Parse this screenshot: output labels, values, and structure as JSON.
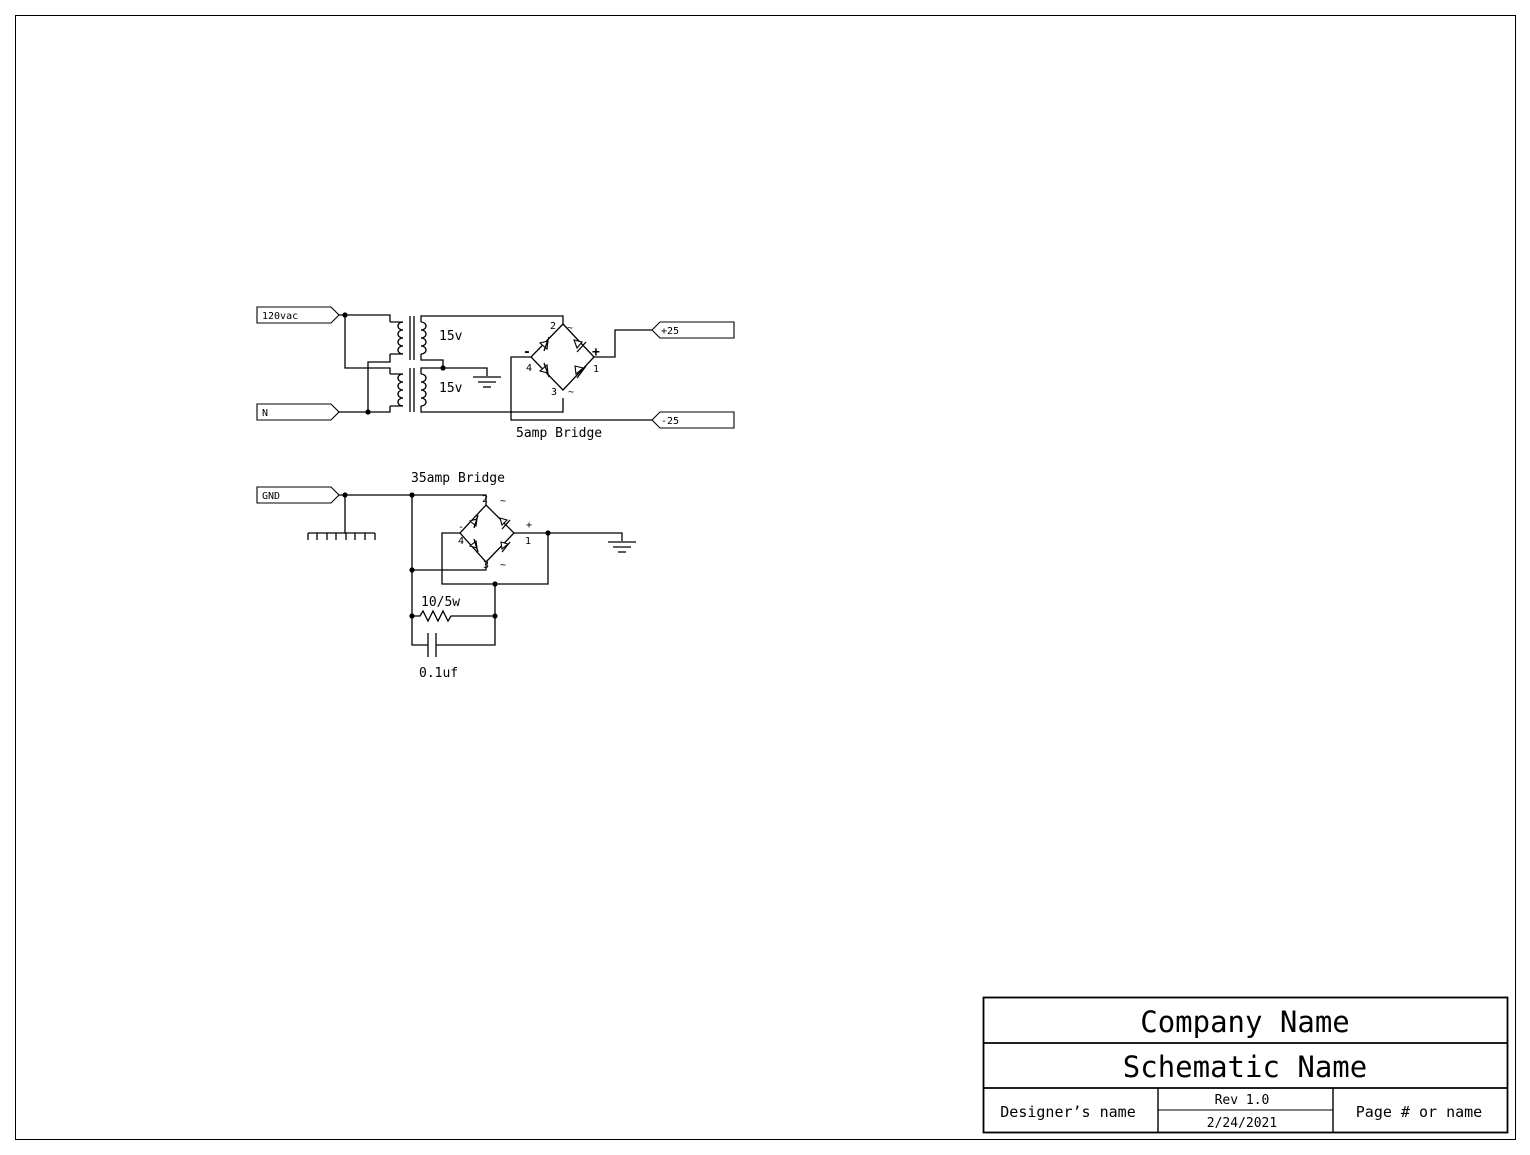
{
  "diagram": {
    "ports": {
      "ac_in": "120vac",
      "neutral": "N",
      "gnd": "GND",
      "pos_out": "+25",
      "neg_out": "-25"
    },
    "transformer": {
      "upper_secondary": "15v",
      "lower_secondary": "15v"
    },
    "bridge_small": {
      "name": "5amp Bridge",
      "pin1": "1",
      "pin2": "2",
      "pin3": "3",
      "pin4": "4",
      "ac_mark_top": "~",
      "ac_mark_bottom": "~",
      "plus": "+",
      "minus": "-"
    },
    "bridge_large": {
      "name": "35amp Bridge",
      "pin1": "1",
      "pin2": "2",
      "pin3": "3",
      "pin4": "4",
      "ac_mark_top": "~",
      "ac_mark_bottom": "~",
      "plus": "+",
      "minus": "-"
    },
    "resistor": "10/5w",
    "capacitor": "0.1uf"
  },
  "title_block": {
    "company": "Company Name",
    "schematic": "Schematic Name",
    "designer": "Designer’s name",
    "revision": "Rev 1.0",
    "date": "2/24/2021",
    "page": "Page # or name"
  }
}
